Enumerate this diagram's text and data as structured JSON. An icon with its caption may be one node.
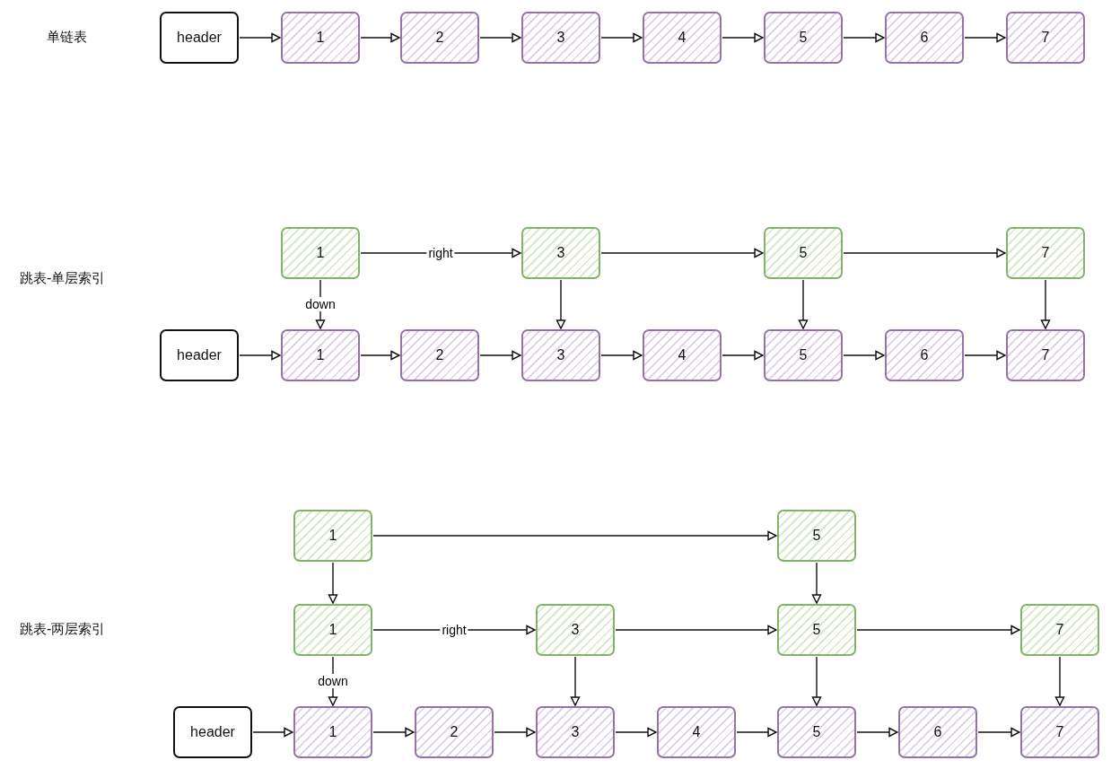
{
  "diagram": {
    "nodes": [
      {
        "text": [
          "header"
        ]
      },
      {
        "text": [
          "1"
        ]
      },
      {
        "text": [
          "2"
        ]
      },
      {
        "text": [
          "3"
        ]
      },
      {
        "text": [
          "4"
        ]
      },
      {
        "text": [
          "5"
        ]
      },
      {
        "text": [
          "6"
        ]
      },
      {
        "text": [
          "7"
        ]
      },
      {
        "text": [
          "1"
        ]
      },
      {
        "text": [
          "3"
        ]
      },
      {
        "text": [
          "5"
        ]
      },
      {
        "text": [
          "7"
        ]
      },
      {
        "text": [
          "header"
        ]
      },
      {
        "text": [
          "1"
        ]
      },
      {
        "text": [
          "2"
        ]
      },
      {
        "text": [
          "3"
        ]
      },
      {
        "text": [
          "4"
        ]
      },
      {
        "text": [
          "5"
        ]
      },
      {
        "text": [
          "6"
        ]
      },
      {
        "text": [
          "7"
        ]
      },
      {
        "text": [
          "1"
        ]
      },
      {
        "text": [
          "5"
        ]
      },
      {
        "text": [
          "1"
        ]
      },
      {
        "text": [
          "3"
        ]
      },
      {
        "text": [
          "5"
        ]
      },
      {
        "text": [
          "7"
        ]
      },
      {
        "text": [
          "header"
        ]
      },
      {
        "text": [
          "1"
        ]
      },
      {
        "text": [
          "2"
        ]
      },
      {
        "text": [
          "3"
        ]
      },
      {
        "text": [
          "4"
        ]
      },
      {
        "text": [
          "5"
        ]
      },
      {
        "text": [
          "6"
        ]
      },
      {
        "text": [
          "7"
        ]
      }
    ],
    "edges": [
      {
        "from": 0,
        "to": 1,
        "arrow": "to"
      },
      {
        "from": 1,
        "to": 2,
        "arrow": "to"
      },
      {
        "from": 2,
        "to": 3,
        "arrow": "to"
      },
      {
        "from": 3,
        "to": 4,
        "arrow": "to"
      },
      {
        "from": 4,
        "to": 5,
        "arrow": "to"
      },
      {
        "from": 5,
        "to": 6,
        "arrow": "to"
      },
      {
        "from": 6,
        "to": 7,
        "arrow": "to"
      },
      {
        "from": 8,
        "to": 9,
        "arrow": "to",
        "label": "right"
      },
      {
        "from": 9,
        "to": 10,
        "arrow": "to"
      },
      {
        "from": 10,
        "to": 11,
        "arrow": "to"
      },
      {
        "from": 8,
        "to": 13,
        "arrow": "to",
        "label": "down"
      },
      {
        "from": 9,
        "to": 15,
        "arrow": "to"
      },
      {
        "from": 10,
        "to": 17,
        "arrow": "to"
      },
      {
        "from": 11,
        "to": 19,
        "arrow": "to"
      },
      {
        "from": 12,
        "to": 13,
        "arrow": "to"
      },
      {
        "from": 13,
        "to": 14,
        "arrow": "to"
      },
      {
        "from": 14,
        "to": 15,
        "arrow": "to"
      },
      {
        "from": 15,
        "to": 16,
        "arrow": "to"
      },
      {
        "from": 16,
        "to": 17,
        "arrow": "to"
      },
      {
        "from": 17,
        "to": 18,
        "arrow": "to"
      },
      {
        "from": 18,
        "to": 19,
        "arrow": "to"
      },
      {
        "from": 20,
        "to": 21,
        "arrow": "to"
      },
      {
        "from": 20,
        "to": 22,
        "arrow": "to"
      },
      {
        "from": 21,
        "to": 24,
        "arrow": "to"
      },
      {
        "from": 22,
        "to": 23,
        "arrow": "to",
        "label": "right"
      },
      {
        "from": 23,
        "to": 24,
        "arrow": "to"
      },
      {
        "from": 24,
        "to": 25,
        "arrow": "to"
      },
      {
        "from": 22,
        "to": 27,
        "arrow": "to",
        "label": "down"
      },
      {
        "from": 23,
        "to": 29,
        "arrow": "to"
      },
      {
        "from": 24,
        "to": 31,
        "arrow": "to"
      },
      {
        "from": 25,
        "to": 33,
        "arrow": "to"
      },
      {
        "from": 26,
        "to": 27,
        "arrow": "to"
      },
      {
        "from": 27,
        "to": 28,
        "arrow": "to"
      },
      {
        "from": 28,
        "to": 29,
        "arrow": "to"
      },
      {
        "from": 29,
        "to": 30,
        "arrow": "to"
      },
      {
        "from": 30,
        "to": 31,
        "arrow": "to"
      },
      {
        "from": 31,
        "to": 32,
        "arrow": "to"
      },
      {
        "from": 32,
        "to": 33,
        "arrow": "to"
      }
    ],
    "labels": [
      "单链表",
      "跳表-单层索引",
      "跳表-两层索引"
    ]
  }
}
